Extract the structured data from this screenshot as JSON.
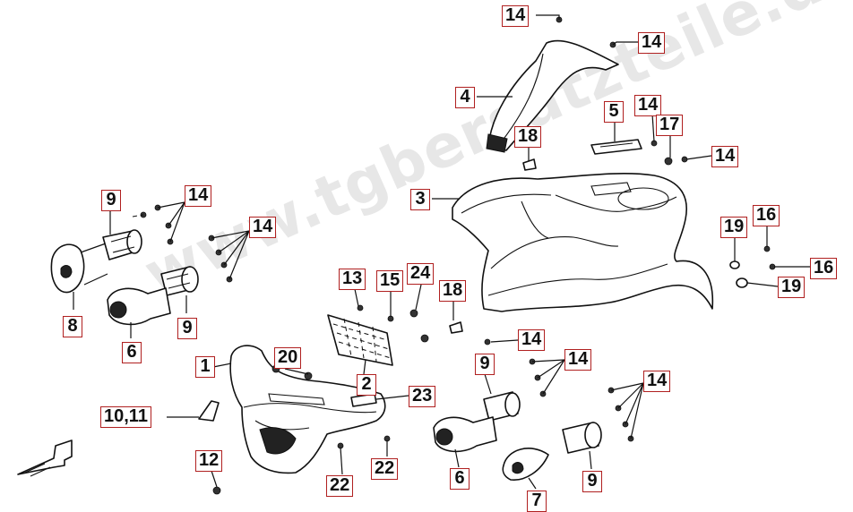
{
  "watermark": "www.tgbersatzteile.de",
  "callouts": [
    {
      "id": "c14a",
      "label": "14"
    },
    {
      "id": "c14b",
      "label": "14"
    },
    {
      "id": "c4",
      "label": "4"
    },
    {
      "id": "c5",
      "label": "5"
    },
    {
      "id": "c14c",
      "label": "14"
    },
    {
      "id": "c17",
      "label": "17"
    },
    {
      "id": "c14d",
      "label": "14"
    },
    {
      "id": "c18a",
      "label": "18"
    },
    {
      "id": "c3",
      "label": "3"
    },
    {
      "id": "c9a",
      "label": "9"
    },
    {
      "id": "c14e",
      "label": "14"
    },
    {
      "id": "c14f",
      "label": "14"
    },
    {
      "id": "c16a",
      "label": "16"
    },
    {
      "id": "c19a",
      "label": "19"
    },
    {
      "id": "c16b",
      "label": "16"
    },
    {
      "id": "c19b",
      "label": "19"
    },
    {
      "id": "c13",
      "label": "13"
    },
    {
      "id": "c15",
      "label": "15"
    },
    {
      "id": "c24",
      "label": "24"
    },
    {
      "id": "c18b",
      "label": "18"
    },
    {
      "id": "c8",
      "label": "8"
    },
    {
      "id": "c6a",
      "label": "6"
    },
    {
      "id": "c9b",
      "label": "9"
    },
    {
      "id": "c14g",
      "label": "14"
    },
    {
      "id": "c1",
      "label": "1"
    },
    {
      "id": "c20",
      "label": "20"
    },
    {
      "id": "c2",
      "label": "2"
    },
    {
      "id": "c23",
      "label": "23"
    },
    {
      "id": "c9c",
      "label": "9"
    },
    {
      "id": "c14h",
      "label": "14"
    },
    {
      "id": "c14i",
      "label": "14"
    },
    {
      "id": "c1011",
      "label": "10,11"
    },
    {
      "id": "c12",
      "label": "12"
    },
    {
      "id": "c22a",
      "label": "22"
    },
    {
      "id": "c22b",
      "label": "22"
    },
    {
      "id": "c6b",
      "label": "6"
    },
    {
      "id": "c7",
      "label": "7"
    },
    {
      "id": "c9d",
      "label": "9"
    }
  ]
}
